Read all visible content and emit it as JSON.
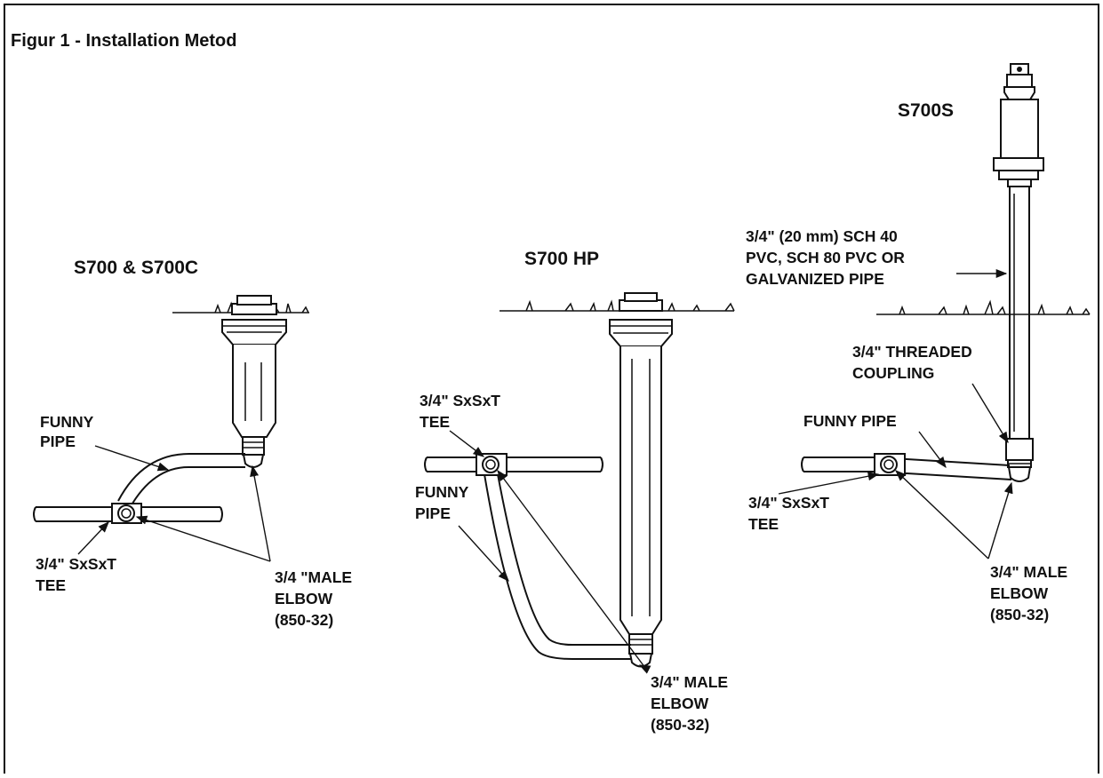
{
  "figure": {
    "title": "Figur 1 - Installation Metod",
    "left": {
      "heading": "S700 & S700C",
      "funny_pipe": [
        "FUNNY",
        "PIPE"
      ],
      "tee": [
        "3/4\" SxSxT",
        "TEE"
      ],
      "elbow": [
        "3/4 \"MALE",
        "ELBOW",
        "(850-32)"
      ]
    },
    "middle": {
      "heading": "S700 HP",
      "tee": [
        "3/4\" SxSxT",
        "TEE"
      ],
      "funny_pipe": [
        "FUNNY",
        "PIPE"
      ],
      "elbow": [
        "3/4\" MALE",
        "ELBOW",
        "(850-32)"
      ]
    },
    "right": {
      "heading": "S700S",
      "pipe_spec": [
        "3/4\" (20 mm) SCH 40",
        "PVC, SCH 80 PVC OR",
        "GALVANIZED PIPE"
      ],
      "coupling": [
        "3/4\" THREADED",
        "COUPLING"
      ],
      "funny_pipe": "FUNNY PIPE",
      "tee": [
        "3/4\" SxSxT",
        "TEE"
      ],
      "elbow": [
        "3/4\" MALE",
        "ELBOW",
        "(850-32)"
      ]
    }
  }
}
